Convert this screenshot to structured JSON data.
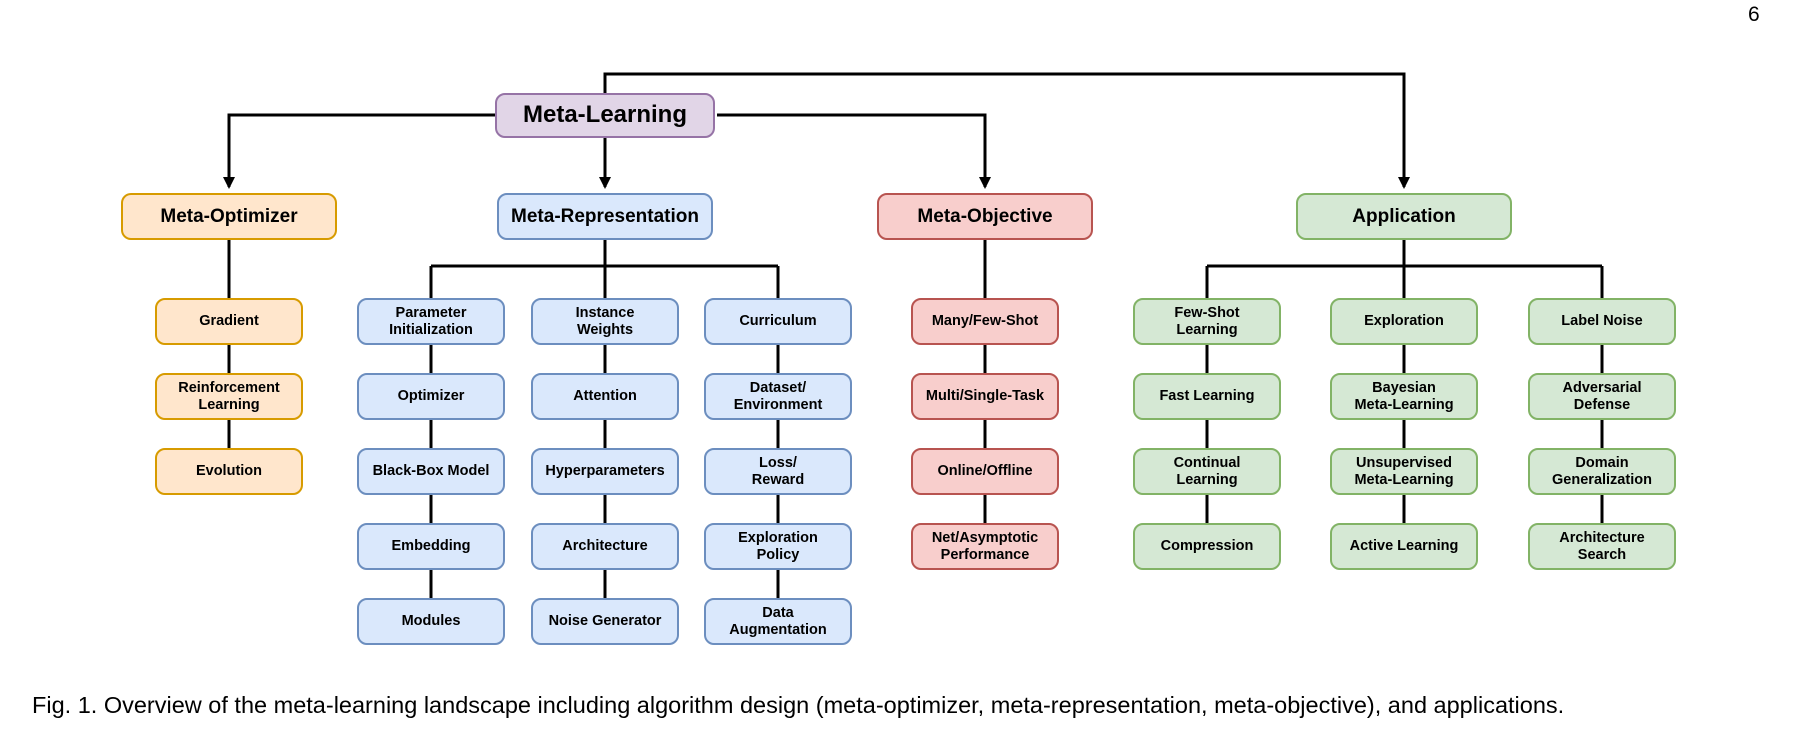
{
  "page_number": "6",
  "caption": "Fig. 1. Overview of the meta-learning landscape including algorithm design (meta-optimizer, meta-representation, meta-objective), and applications.",
  "colors": {
    "root_fill": "#E1D5E7",
    "root_stroke": "#9673A6",
    "optimizer_fill": "#FFE6CC",
    "optimizer_stroke": "#D79B00",
    "representation_fill": "#DAE8FC",
    "representation_stroke": "#6C8EBF",
    "objective_fill": "#F8CECC",
    "objective_stroke": "#B85450",
    "application_fill": "#D5E8D4",
    "application_stroke": "#82B366",
    "connector": "#000000"
  },
  "root": {
    "label": "Meta-Learning"
  },
  "optimizer": {
    "label": "Meta-Optimizer",
    "children": [
      "Gradient",
      "Reinforcement\nLearning",
      "Evolution"
    ]
  },
  "representation": {
    "label": "Meta-Representation",
    "col1": [
      "Parameter\nInitialization",
      "Optimizer",
      "Black-Box Model",
      "Embedding",
      "Modules"
    ],
    "col2": [
      "Instance\nWeights",
      "Attention",
      "Hyperparameters",
      "Architecture",
      "Noise Generator"
    ],
    "col3": [
      "Curriculum",
      "Dataset/\nEnvironment",
      "Loss/\nReward",
      "Exploration\nPolicy",
      "Data\nAugmentation"
    ]
  },
  "objective": {
    "label": "Meta-Objective",
    "children": [
      "Many/Few-Shot",
      "Multi/Single-Task",
      "Online/Offline",
      "Net/Asymptotic\nPerformance"
    ]
  },
  "application": {
    "label": "Application",
    "col1": [
      "Few-Shot\nLearning",
      "Fast Learning",
      "Continual\nLearning",
      "Compression"
    ],
    "col2": [
      "Exploration",
      "Bayesian\nMeta-Learning",
      "Unsupervised\nMeta-Learning",
      "Active Learning"
    ],
    "col3": [
      "Label Noise",
      "Adversarial\nDefense",
      "Domain\nGeneralization",
      "Architecture\nSearch"
    ]
  }
}
